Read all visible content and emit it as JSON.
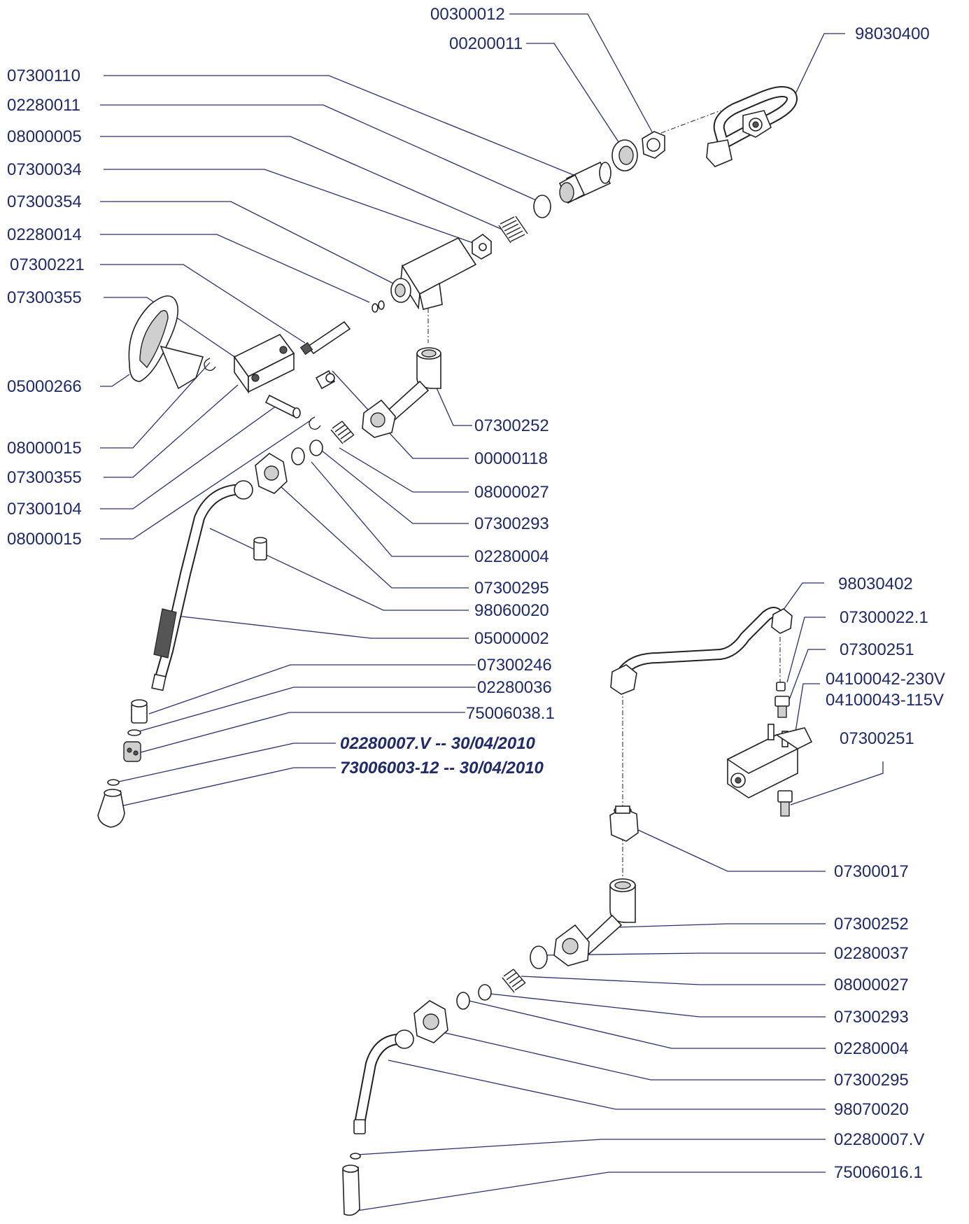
{
  "labels": {
    "t_00300012": "00300012",
    "t_00200011": "00200011",
    "t_98030400": "98030400",
    "t_07300110": "07300110",
    "t_02280011": "02280011",
    "t_08000005": "08000005",
    "t_07300034": "07300034",
    "t_07300354": "07300354",
    "t_02280014": "02280014",
    "t_07300221": "07300221",
    "t_07300355_a": "07300355",
    "t_05000266": "05000266",
    "t_08000015_a": "08000015",
    "t_07300355_b": "07300355",
    "t_07300104": "07300104",
    "t_08000015_b": "08000015",
    "t_07300252_a": "07300252",
    "t_00000118": "00000118",
    "t_08000027_a": "08000027",
    "t_07300293_a": "07300293",
    "t_02280004_a": "02280004",
    "t_07300295_a": "07300295",
    "t_98060020": "98060020",
    "t_05000002": "05000002",
    "t_07300246": "07300246",
    "t_02280036": "02280036",
    "t_75006038": "75006038.1",
    "t_02280007_dated": "02280007.V  -- 30/04/2010",
    "t_73006003_dated": "73006003-12 -- 30/04/2010",
    "t_98030402": "98030402",
    "t_07300022": "07300022.1",
    "t_07300251_a": "07300251",
    "t_04100042": "04100042-230V",
    "t_04100043": "04100043-115V",
    "t_07300251_b": "07300251",
    "t_07300017": "07300017",
    "t_07300252_b": "07300252",
    "t_02280037": "02280037",
    "t_08000027_b": "08000027",
    "t_07300293_b": "07300293",
    "t_02280004_b": "02280004",
    "t_07300295_b": "07300295",
    "t_98070020": "98070020",
    "t_02280007_v": "02280007.V",
    "t_75006016": "75006016.1"
  },
  "colors": {
    "label_text": "#1f2a6b",
    "leader_line": "#2a2f6e",
    "part_outline": "#222222"
  }
}
